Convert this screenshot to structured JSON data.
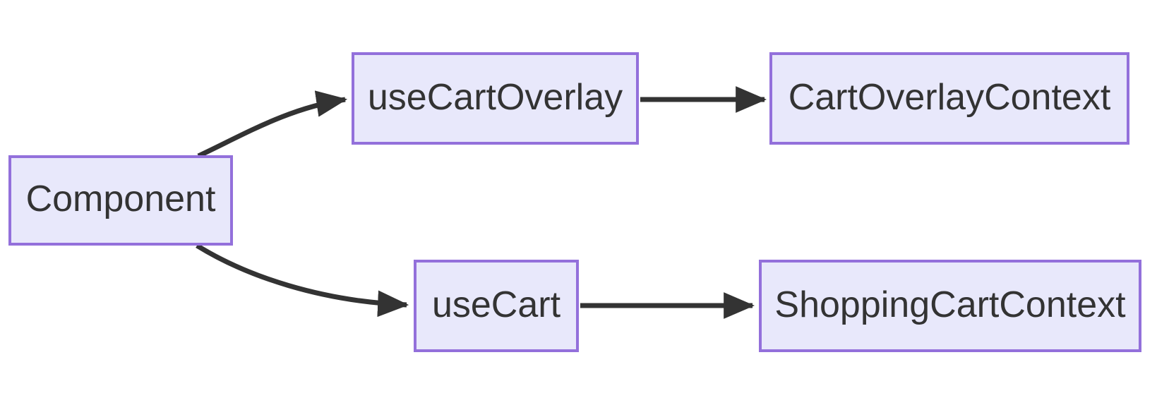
{
  "diagram": {
    "type": "flowchart-left-to-right",
    "colors": {
      "background": "#ffffff",
      "node_fill": "#e8e8fb",
      "node_border": "#9370DB",
      "edge": "#333333",
      "text": "#333333"
    },
    "nodes": [
      {
        "id": "component",
        "label": "Component"
      },
      {
        "id": "useCartOverlay",
        "label": "useCartOverlay"
      },
      {
        "id": "cartOverlayContext",
        "label": "CartOverlayContext"
      },
      {
        "id": "useCart",
        "label": "useCart"
      },
      {
        "id": "shoppingCartContext",
        "label": "ShoppingCartContext"
      }
    ],
    "edges": [
      {
        "from": "Component",
        "to": "useCartOverlay",
        "style": "curved-arrow"
      },
      {
        "from": "Component",
        "to": "useCart",
        "style": "curved-arrow"
      },
      {
        "from": "useCartOverlay",
        "to": "CartOverlayContext",
        "style": "straight-arrow"
      },
      {
        "from": "useCart",
        "to": "ShoppingCartContext",
        "style": "straight-arrow"
      }
    ]
  }
}
